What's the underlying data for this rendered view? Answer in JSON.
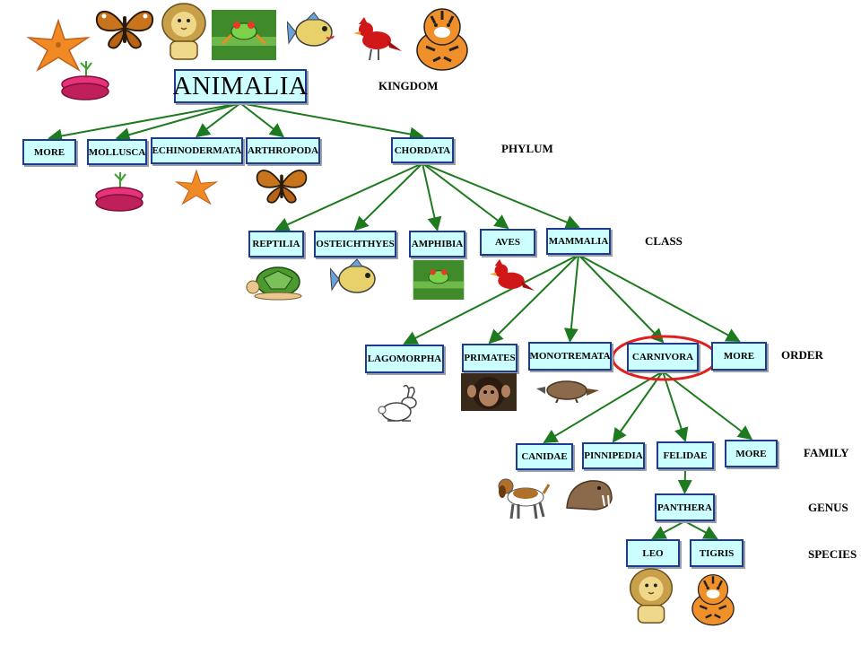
{
  "colors": {
    "node_fill": "#ccffff",
    "node_border": "#1f3a93",
    "edge": "#1e7a1e",
    "highlight": "#e02020"
  },
  "ranks": {
    "kingdom": "KINGDOM",
    "phylum": "PHYLUM",
    "class": "CLASS",
    "order": "ORDER",
    "family": "FAMILY",
    "genus": "GENUS",
    "species": "SPECIES"
  },
  "nodes": {
    "animalia": "ANIMALIA",
    "more_phylum": "MORE",
    "mollusca": "MOLLUSCA",
    "echinodermata": "ECHINODERMATA",
    "arthropoda": "ARTHROPODA",
    "chordata": "CHORDATA",
    "reptilia": "REPTILIA",
    "osteichthyes": "OSTEICHTHYES",
    "amphibia": "AMPHIBIA",
    "aves": "AVES",
    "mammalia": "MAMMALIA",
    "lagomorpha": "LAGOMORPHA",
    "primates": "PRIMATES",
    "monotremata": "MONOTREMATA",
    "carnivora": "CARNIVORA",
    "more_order": "MORE",
    "canidae": "CANIDAE",
    "pinnipedia": "PINNIPEDIA",
    "felidae": "FELIDAE",
    "more_family": "MORE",
    "panthera": "PANTHERA",
    "leo": "LEO",
    "tigris": "TIGRIS"
  },
  "highlighted": "carnivora",
  "icons": [
    "starfish-icon",
    "butterfly-icon",
    "lion-icon",
    "frog-icon",
    "fish-icon",
    "cardinal-icon",
    "tiger-icon",
    "coral-icon",
    "turtle-icon",
    "rabbit-icon",
    "chimpanzee-icon",
    "platypus-icon",
    "dog-icon",
    "walrus-icon"
  ]
}
